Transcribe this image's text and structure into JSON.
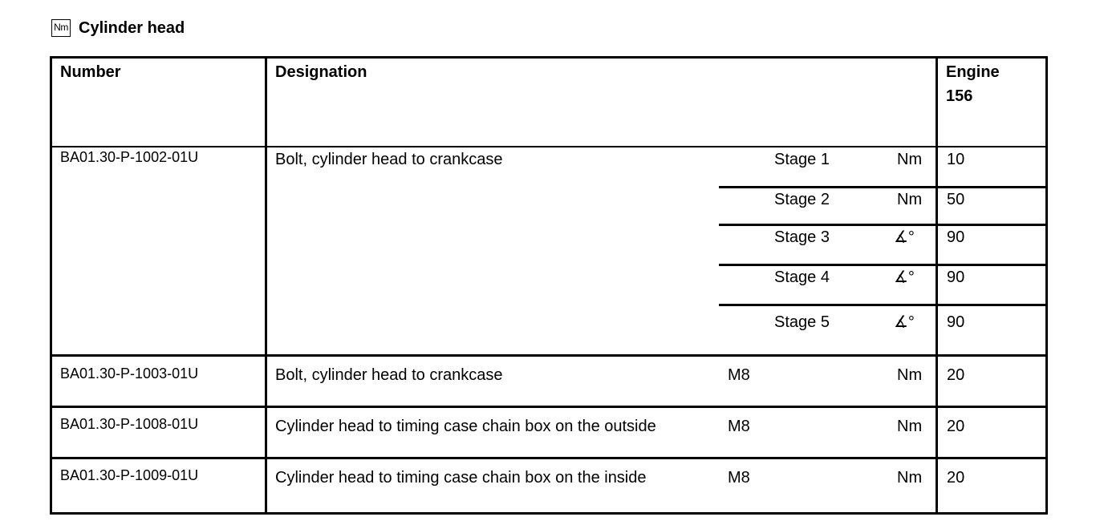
{
  "section": {
    "icon_text": "Nm",
    "title": "Cylinder head"
  },
  "table": {
    "headers": {
      "number": "Number",
      "designation": "Designation",
      "engine_line1": "Engine",
      "engine_line2": "156"
    },
    "rows": [
      {
        "number": "BA01.30-P-1002-01U",
        "designation": "Bolt, cylinder head to crankcase",
        "stages": [
          {
            "stage": "Stage 1",
            "unit": "Nm",
            "value": "10"
          },
          {
            "stage": "Stage 2",
            "unit": "Nm",
            "value": "50"
          },
          {
            "stage": "Stage 3",
            "unit": "∡°",
            "value": "90"
          },
          {
            "stage": "Stage 4",
            "unit": "∡°",
            "value": "90"
          },
          {
            "stage": "Stage 5",
            "unit": "∡°",
            "value": "90"
          }
        ]
      },
      {
        "number": "BA01.30-P-1003-01U",
        "designation": "Bolt, cylinder head to crankcase",
        "thread": "M8",
        "unit": "Nm",
        "value": "20"
      },
      {
        "number": "BA01.30-P-1008-01U",
        "designation": "Cylinder head to timing case chain box on the outside",
        "thread": "M8",
        "unit": "Nm",
        "value": "20"
      },
      {
        "number": "BA01.30-P-1009-01U",
        "designation": "Cylinder head to timing case chain box on the inside",
        "thread": "M8",
        "unit": "Nm",
        "value": "20"
      }
    ]
  }
}
